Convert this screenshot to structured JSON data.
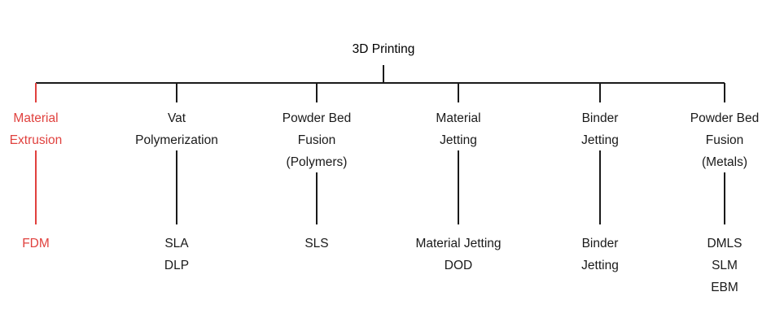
{
  "colors": {
    "default": "#1a1a1a",
    "highlight": "#e0413e"
  },
  "root": {
    "label": "3D Printing"
  },
  "categories": [
    {
      "id": "material-extrusion",
      "label_lines": [
        "Material",
        "Extrusion"
      ],
      "highlighted": true,
      "methods": [
        "FDM"
      ]
    },
    {
      "id": "vat-polymerization",
      "label_lines": [
        "Vat",
        "Polymerization"
      ],
      "highlighted": false,
      "methods": [
        "SLA",
        "DLP"
      ]
    },
    {
      "id": "powder-bed-fusion-polymers",
      "label_lines": [
        "Powder Bed",
        "Fusion",
        "(Polymers)"
      ],
      "highlighted": false,
      "methods": [
        "SLS"
      ]
    },
    {
      "id": "material-jetting",
      "label_lines": [
        "Material",
        "Jetting"
      ],
      "highlighted": false,
      "methods": [
        "Material Jetting",
        "DOD"
      ]
    },
    {
      "id": "binder-jetting",
      "label_lines": [
        "Binder",
        "Jetting"
      ],
      "highlighted": false,
      "methods": [
        "Binder",
        "Jetting"
      ]
    },
    {
      "id": "powder-bed-fusion-metals",
      "label_lines": [
        "Powder Bed",
        "Fusion",
        "(Metals)"
      ],
      "highlighted": false,
      "methods": [
        "DMLS",
        "SLM",
        "EBM"
      ]
    }
  ]
}
